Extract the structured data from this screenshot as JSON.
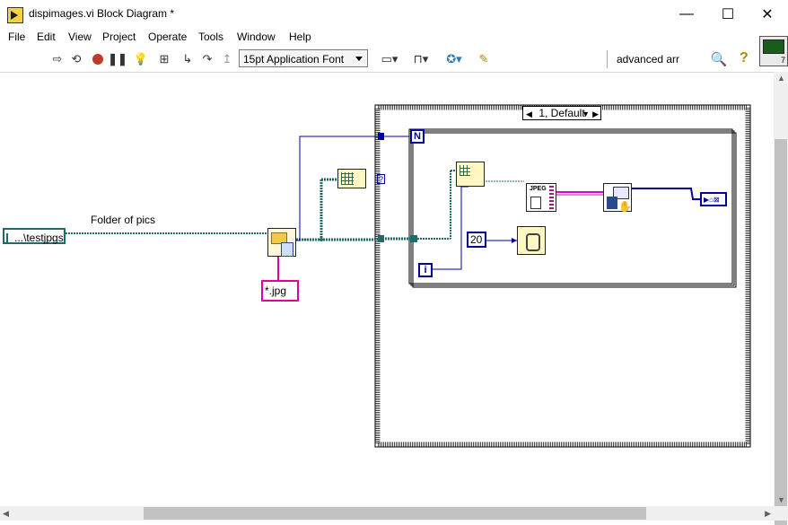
{
  "window": {
    "title": "dispimages.vi Block Diagram *",
    "minimize": "—",
    "maximize": "☐",
    "close": "✕"
  },
  "menu": [
    "File",
    "Edit",
    "View",
    "Project",
    "Operate",
    "Tools",
    "Window",
    "Help"
  ],
  "toolbar": {
    "font": "15pt Application Font",
    "search_value": "advanced arr"
  },
  "vi_icon": {
    "number": "7"
  },
  "diagram": {
    "wire_label": "Folder of pics",
    "path_constant": "...\\testjpgs",
    "pattern_constant": "*.jpg",
    "wait_constant": "20",
    "case_selector": "1, Default",
    "count_terminal": "N",
    "iteration_terminal": "i",
    "jpeg_node_text": "JPEG",
    "unknown_indicator": "?"
  },
  "colors": {
    "path_wire": "#1f6b6b",
    "string_wire": "#e0009e",
    "numeric_wire": "#0000a0",
    "cluster_wire": "#a02080"
  }
}
